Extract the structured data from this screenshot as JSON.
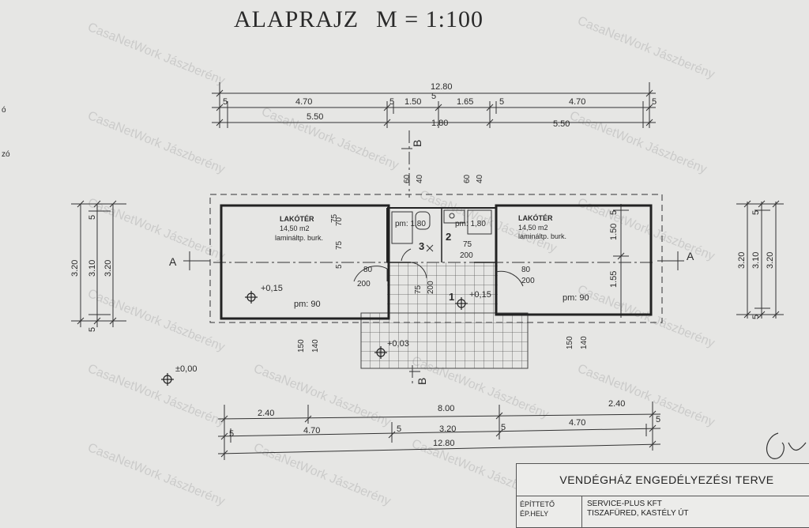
{
  "title": {
    "main": "ALAPRAJZ",
    "scale": "M = 1:100"
  },
  "top_dims": {
    "total": "12.80",
    "row2": [
      "5",
      "4.70",
      "5",
      "1.50",
      "5",
      "1.65",
      "5",
      "4.70",
      "5"
    ],
    "row3": [
      "5.50",
      "1.80",
      "5.50"
    ]
  },
  "bottom_dims": {
    "row1": [
      "2.40",
      "8.00",
      "2.40"
    ],
    "row2": [
      "5",
      "4.70",
      "5",
      "3.20",
      "5",
      "4.70",
      "5"
    ],
    "total": "12.80"
  },
  "side_dims": {
    "left": [
      "3.20",
      "3.10",
      "3.20",
      "5",
      "5"
    ],
    "right": [
      "3.20",
      "3.10",
      "3.20",
      "5",
      "5"
    ],
    "right_inner": [
      "5",
      "1.50",
      "1.55"
    ]
  },
  "section_marks": {
    "a": "A",
    "b": "B"
  },
  "rooms": {
    "left": {
      "name": "LAKÓTÉR",
      "area": "14,50 m2",
      "floor": "lamináltp. burk.",
      "height": "pm: 90",
      "level": "+0,15"
    },
    "right": {
      "name": "LAKÓTÉR",
      "area": "14,50 m2",
      "floor": "lamináltp. burk.",
      "height": "pm: 90"
    },
    "bath_left": {
      "number": "3",
      "label": "pm: 1,80"
    },
    "bath_right": {
      "number": "2",
      "label": "pm: 1,80"
    },
    "hall": {
      "number": "1",
      "level": "+0,15"
    }
  },
  "misc_dims": [
    "60",
    "40",
    "60",
    "40",
    "75",
    "70",
    "75",
    "5",
    "80",
    "200",
    "80",
    "200",
    "75",
    "200",
    "75",
    "200",
    "150",
    "140",
    "150",
    "140"
  ],
  "levels": {
    "terrace": "+0,03",
    "ground": "±0,00"
  },
  "watermark": "CasaNetWork Jászberény",
  "title_block": {
    "heading": "VENDÉGHÁZ ENGEDÉLYEZÉSI TERVE",
    "labels": [
      "ÉPÍTTETŐ",
      "ÉP.HELY"
    ],
    "values": [
      "SERVICE-PLUS KFT",
      "TISZAFÜRED, KASTÉLY ÚT"
    ]
  },
  "margin_text": [
    "ó",
    "zó"
  ]
}
